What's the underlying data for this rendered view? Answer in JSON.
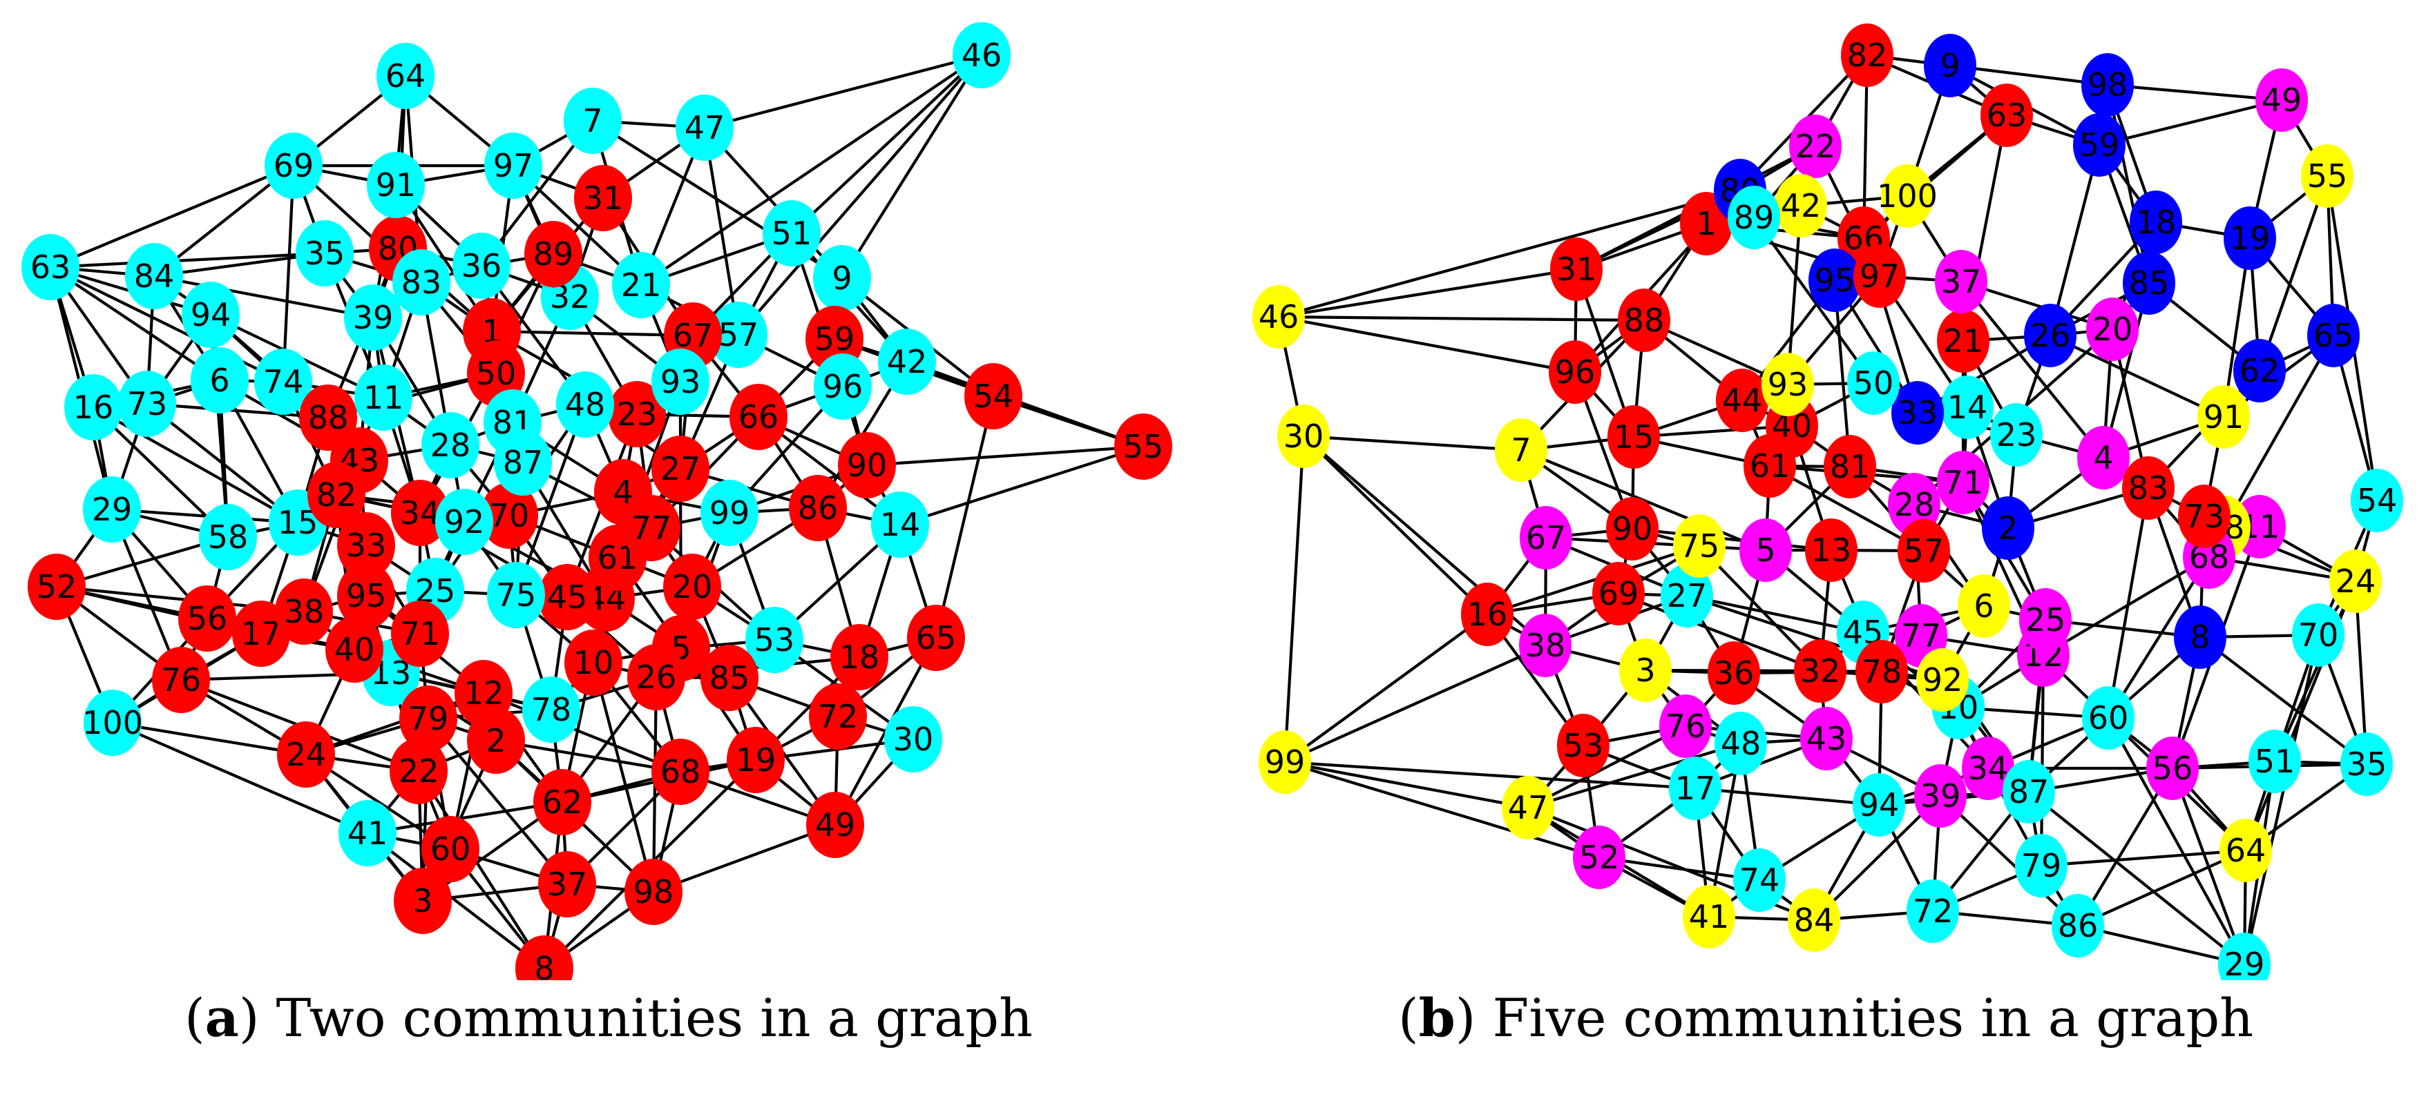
{
  "colors": {
    "red": "#ff0000",
    "cyan": "#00ffff",
    "blue": "#0000ff",
    "magenta": "#ff00ff",
    "yellow": "#ffff00",
    "edge": "#000000",
    "background": "#ffffff"
  },
  "panels": [
    {
      "caption_prefix": "(",
      "caption_letter": "a",
      "caption_text": ") Two communities in a graph",
      "communities": {
        "cyan": [
          64,
          7,
          47,
          46,
          69,
          91,
          97,
          63,
          84,
          35,
          36,
          83,
          32,
          21,
          51,
          9,
          94,
          39,
          57,
          93,
          42,
          16,
          73,
          6,
          74,
          11,
          28,
          81,
          48,
          96,
          87,
          29,
          58,
          15,
          92,
          99,
          14,
          25,
          75,
          13,
          53,
          78,
          100,
          30,
          41
        ],
        "red": [
          31,
          80,
          89,
          1,
          50,
          67,
          59,
          54,
          55,
          88,
          43,
          23,
          66,
          27,
          90,
          82,
          34,
          70,
          4,
          86,
          77,
          52,
          33,
          61,
          56,
          17,
          38,
          95,
          45,
          44,
          20,
          71,
          40,
          10,
          5,
          65,
          18,
          76,
          12,
          26,
          85,
          72,
          79,
          2,
          24,
          22,
          62,
          68,
          19,
          49,
          60,
          37,
          98,
          3,
          8
        ]
      },
      "node_count": 100
    },
    {
      "caption_prefix": "(",
      "caption_letter": "b",
      "caption_text": ") Five communities in a graph",
      "communities": {
        "red": [
          82,
          63,
          1,
          66,
          31,
          97,
          21,
          88,
          96,
          44,
          40,
          15,
          61,
          81,
          83,
          73,
          90,
          57,
          13,
          69,
          16,
          36,
          32,
          78,
          53
        ],
        "blue": [
          9,
          98,
          59,
          80,
          18,
          19,
          95,
          85,
          26,
          65,
          62,
          33,
          2,
          8
        ],
        "magenta": [
          49,
          22,
          37,
          20,
          4,
          71,
          28,
          11,
          68,
          5,
          67,
          38,
          77,
          25,
          12,
          76,
          43,
          34,
          39,
          56,
          52
        ],
        "yellow": [
          55,
          42,
          100,
          46,
          93,
          91,
          30,
          7,
          58,
          75,
          24,
          6,
          3,
          92,
          99,
          47,
          64,
          41,
          84
        ],
        "cyan": [
          89,
          50,
          14,
          23,
          54,
          27,
          45,
          70,
          10,
          60,
          51,
          35,
          48,
          17,
          94,
          87,
          79,
          72,
          86,
          29,
          74
        ]
      },
      "node_count": 100
    }
  ]
}
